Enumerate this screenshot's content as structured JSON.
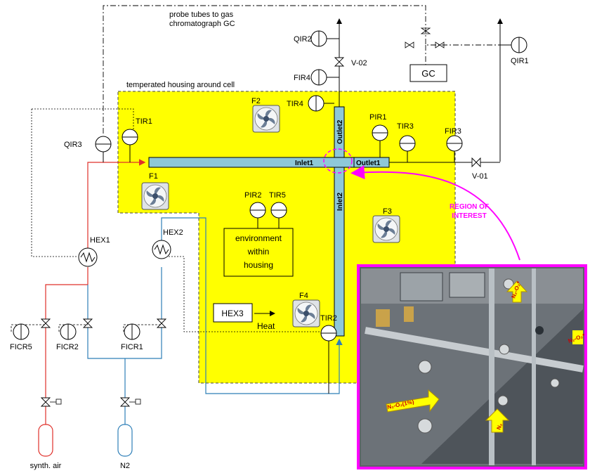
{
  "labels": {
    "probe_tubes": "probe tubes to gas",
    "probe_tubes2": "chromatograph GC",
    "housing": "temperated housing around cell",
    "gc": "GC",
    "environment_1": "environment",
    "environment_2": "within",
    "environment_3": "housing",
    "hex3": "HEX3",
    "heat": "Heat",
    "region_1": "REGION OF",
    "region_2": "INTEREST",
    "synth_air": "synth. air",
    "n2": "N2",
    "inlet1": "Inlet1",
    "outlet1": "Outlet1",
    "inlet2": "Inlet2",
    "outlet2": "Outlet2"
  },
  "instruments": {
    "qir2": "QIR2",
    "qir1": "QIR1",
    "qir3": "QIR3",
    "fir4": "FIR4",
    "tir4": "TIR4",
    "tir1": "TIR1",
    "pir1": "PIR1",
    "tir3": "TIR3",
    "fir3": "FIR3",
    "pir2": "PIR2",
    "tir5": "TIR5",
    "tir2": "TIR2",
    "ficr5": "FICR5",
    "ficr2": "FICR2",
    "ficr1": "FICR1"
  },
  "valves": {
    "v02": "V-02",
    "v01": "V-01"
  },
  "exchangers": {
    "hex1": "HEX1",
    "hex2": "HEX2"
  },
  "fans": {
    "f1": "F1",
    "f2": "F2",
    "f3": "F3",
    "f4": "F4"
  },
  "photo_labels": {
    "a": "N₂-O₂*",
    "b": "N₂-O₂*",
    "c": "N₂-O₂(1%)",
    "d": "N₂"
  },
  "colors": {
    "housing": "#ffff00",
    "cell": "#8ec8d8",
    "air_line": "#e0302a",
    "n2_line": "#2e7fb8",
    "region": "#ff00ff"
  }
}
